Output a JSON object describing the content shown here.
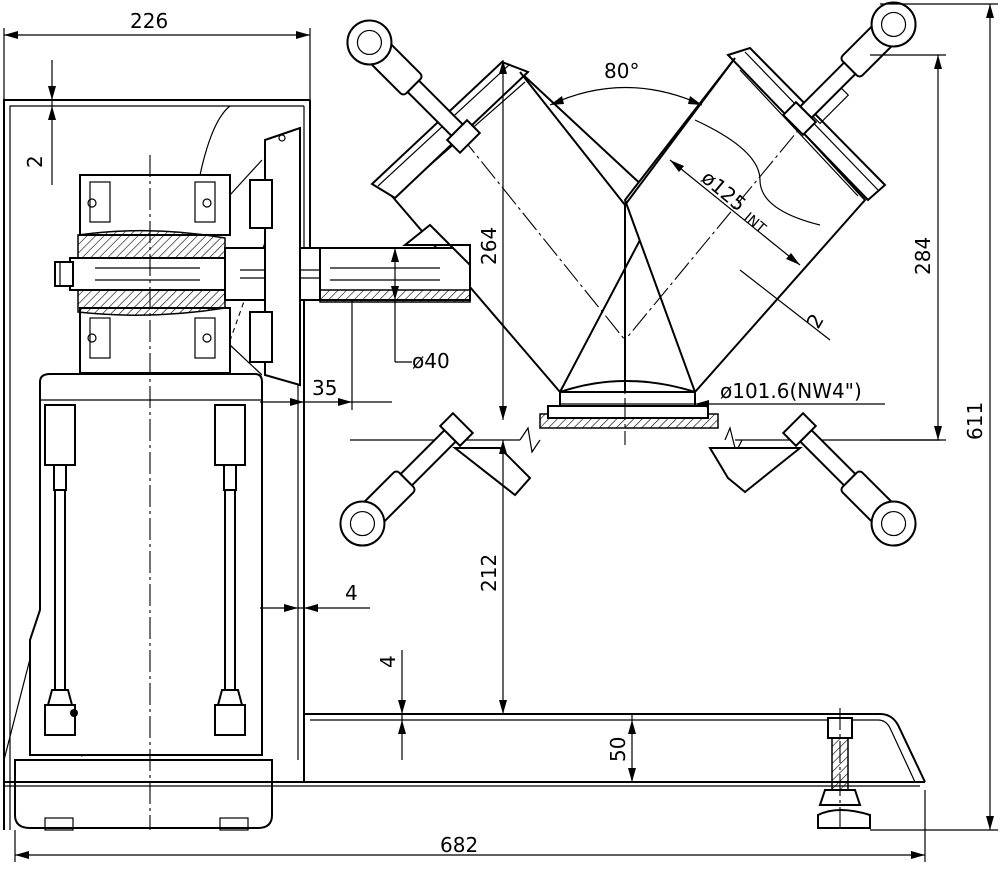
{
  "dimensions": {
    "overall_width": "682",
    "upper_width": "226",
    "wall_thickness_top": "2",
    "tube_diameter": "ø125",
    "tube_diameter_suffix": "INT",
    "tube_wall": "2",
    "arm_angle": "80°",
    "upper_height": "264",
    "arm_height": "284",
    "shaft_diameter": "ø40",
    "shaft_offset": "35",
    "outlet_diameter": "ø101.6(NW4\")",
    "lower_height": "212",
    "plate_thickness": "4",
    "side_gap": "4",
    "base_height": "50",
    "total_height": "611"
  }
}
